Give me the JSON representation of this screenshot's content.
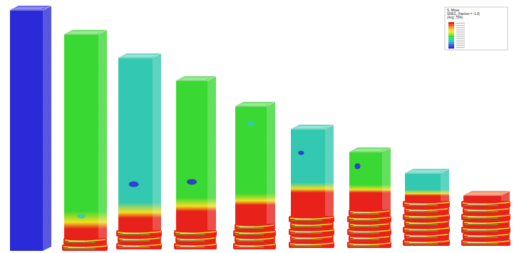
{
  "diagram": {
    "labels": [
      "S, Mises",
      "SNEG, (fraction = -1.0)",
      "(Avg: 75%)"
    ]
  }
}
